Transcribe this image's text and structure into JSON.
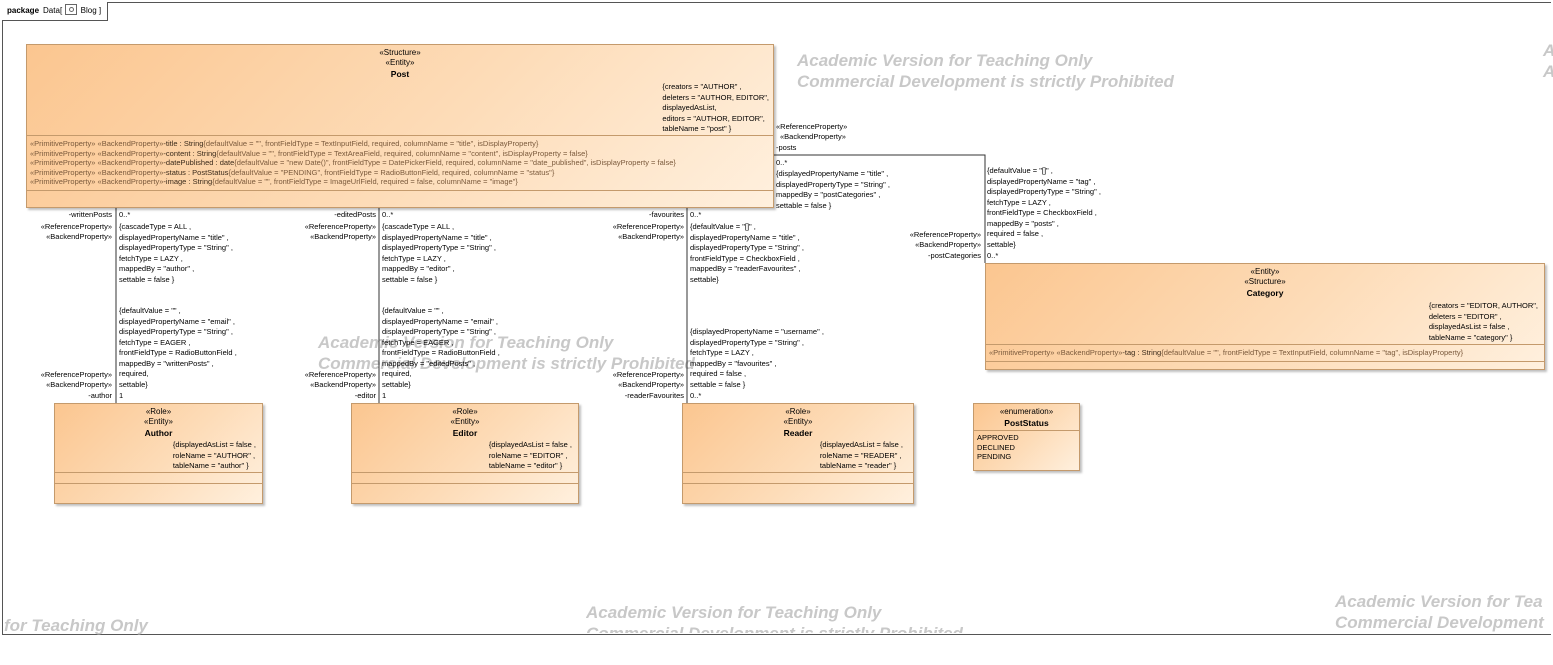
{
  "package": {
    "keyword": "package",
    "path_prefix": "Data",
    "open_bracket": "[",
    "name": "Blog",
    "close_bracket": "]"
  },
  "watermark": {
    "line1": "Academic Version for Teaching Only",
    "line2": "Commercial Development is strictly Prohibited",
    "partial_left": "for Teaching Only",
    "partial_right1": "Academic Version for Tea",
    "partial_right2": "Commercial Development",
    "partial_a": "A"
  },
  "classes": {
    "post": {
      "stereo1": "«Structure»",
      "stereo2": "«Entity»",
      "name": "Post",
      "tags": [
        "{creators = \"AUTHOR\"  ,",
        "deleters = \"AUTHOR,   EDITOR\",",
        "displayedAsList,",
        "editors = \"AUTHOR,   EDITOR\",",
        "tableName = \"post\"   }"
      ],
      "attributes": [
        {
          "st": "«PrimitiveProperty» «BackendProperty»",
          "nm": "-title : String",
          "rest": "{defaultValue = \"\", frontFieldType = TextInputField, required, columnName = \"title\", isDisplayProperty}"
        },
        {
          "st": "«PrimitiveProperty» «BackendProperty»",
          "nm": "-content : String",
          "rest": "{defaultValue = \"\", frontFieldType = TextAreaField, required, columnName = \"content\", isDisplayProperty = false}"
        },
        {
          "st": "«PrimitiveProperty» «BackendProperty»",
          "nm": "-datePublished : date",
          "rest": "{defaultValue = \"new  Date()\", frontFieldType = DatePickerField, required, columnName = \"date_published\", isDisplayProperty = false}"
        },
        {
          "st": "«PrimitiveProperty» «BackendProperty»",
          "nm": "-status : PostStatus",
          "rest": "{defaultValue = \"PENDING\", frontFieldType = RadioButtonField, required, columnName = \"status\"}"
        },
        {
          "st": "«PrimitiveProperty» «BackendProperty»",
          "nm": "-image : String",
          "rest": "{defaultValue = \"\", frontFieldType = ImageUrlField, required = false, columnName = \"image\"}"
        }
      ]
    },
    "category": {
      "stereo1": "«Entity»",
      "stereo2": "«Structure»",
      "name": "Category",
      "tags": [
        "{creators = \"EDITOR,   AUTHOR\",",
        "deleters = \"EDITOR\"  ,",
        "displayedAsList = false  ,",
        "tableName = \"category\"   }"
      ],
      "attributes": [
        {
          "st": "«PrimitiveProperty» «BackendProperty»",
          "nm": "-tag : String",
          "rest": "{defaultValue = \"\", frontFieldType = TextInputField, columnName = \"tag\", isDisplayProperty}"
        }
      ]
    },
    "author": {
      "stereo1": "«Role»",
      "stereo2": "«Entity»",
      "name": "Author",
      "tags": [
        "{displayedAsList = false  ,",
        "roleName = \"AUTHOR\"  ,",
        "tableName = \"author\"   }"
      ]
    },
    "editor": {
      "stereo1": "«Role»",
      "stereo2": "«Entity»",
      "name": "Editor",
      "tags": [
        "{displayedAsList = false  ,",
        "roleName = \"EDITOR\"  ,",
        "tableName = \"editor\"   }"
      ]
    },
    "reader": {
      "stereo1": "«Role»",
      "stereo2": "«Entity»",
      "name": "Reader",
      "tags": [
        "{displayedAsList = false  ,",
        "roleName = \"READER\"  ,",
        "tableName = \"reader\"   }"
      ]
    },
    "poststatus": {
      "stereo1": "«enumeration»",
      "name": "PostStatus",
      "literals": [
        "APPROVED",
        "DECLINED",
        "PENDING"
      ]
    }
  },
  "associations": {
    "author": {
      "top_name": "-writtenPosts",
      "top_st1": "«ReferenceProperty»",
      "top_st2": "«BackendProperty»",
      "top_mult": "0..*",
      "top_tags": [
        "{cascadeType = ALL    ,",
        "displayedPropertyName = \"title\"    ,",
        "displayedPropertyType = \"String\"    ,",
        "fetchType = LAZY    ,",
        "mappedBy = \"author\"    ,",
        "settable = false   }"
      ],
      "bot_tags": [
        "{defaultValue = \"\"    ,",
        "displayedPropertyName = \"email\"    ,",
        "displayedPropertyType = \"String\"    ,",
        "fetchType = EAGER    ,",
        "frontFieldType = RadioButtonField    ,",
        "mappedBy = \"writtenPosts\"    ,",
        "required,",
        "settable}"
      ],
      "bot_st1": "«ReferenceProperty»",
      "bot_st2": "«BackendProperty»",
      "bot_name": "-author",
      "bot_mult": "1"
    },
    "editor": {
      "top_name": "-editedPosts",
      "top_st1": "«ReferenceProperty»",
      "top_st2": "«BackendProperty»",
      "top_mult": "0..*",
      "top_tags": [
        "{cascadeType = ALL    ,",
        "displayedPropertyName = \"title\"    ,",
        "displayedPropertyType = \"String\"    ,",
        "fetchType = LAZY    ,",
        "mappedBy = \"editor\"    ,",
        "settable = false   }"
      ],
      "bot_tags": [
        "{defaultValue = \"\"    ,",
        "displayedPropertyName = \"email\"    ,",
        "displayedPropertyType = \"String\"    ,",
        "fetchType = EAGER    ,",
        "frontFieldType = RadioButtonField    ,",
        "mappedBy = \"editedPosts\"    ,",
        "required,",
        "settable}"
      ],
      "bot_st1": "«ReferenceProperty»",
      "bot_st2": "«BackendProperty»",
      "bot_name": "-editor",
      "bot_mult": "1"
    },
    "reader": {
      "top_name": "-favourites",
      "top_st1": "«ReferenceProperty»",
      "top_st2": "«BackendProperty»",
      "top_mult": "0..*",
      "top_tags": [
        "{defaultValue = \"[]\"    ,",
        "displayedPropertyName = \"title\"    ,",
        "displayedPropertyType = \"String\"    ,",
        "frontFieldType = CheckboxField    ,",
        "mappedBy = \"readerFavourites\"    ,",
        "settable}"
      ],
      "bot_tags": [
        "{displayedPropertyName = \"username\"    ,",
        "displayedPropertyType = \"String\"    ,",
        "fetchType = LAZY    ,",
        "mappedBy = \"favourites\"    ,",
        "required = false   ,",
        "settable = false   }"
      ],
      "bot_st1": "«ReferenceProperty»",
      "bot_st2": "«BackendProperty»",
      "bot_name": "-readerFavourites",
      "bot_mult": "0..*"
    },
    "category": {
      "post_st1": "«ReferenceProperty»",
      "post_st2": "«BackendProperty»",
      "post_name": "-posts",
      "post_mult": "0..*",
      "post_tags": [
        "{displayedPropertyName = \"title\"    ,",
        "displayedPropertyType = \"String\"    ,",
        "mappedBy = \"postCategories\"    ,",
        "settable = false   }"
      ],
      "cat_tags": [
        "{defaultValue = \"[]\"    ,",
        "displayedPropertyName = \"tag\"    ,",
        "displayedPropertyType = \"String\"    ,",
        "fetchType = LAZY    ,",
        "frontFieldType = CheckboxField    ,",
        "mappedBy = \"posts\"    ,",
        "required = false   ,",
        "settable}"
      ],
      "cat_st1": "«ReferenceProperty»",
      "cat_st2": "«BackendProperty»",
      "cat_name": "-postCategories",
      "cat_mult": "0..*"
    }
  }
}
